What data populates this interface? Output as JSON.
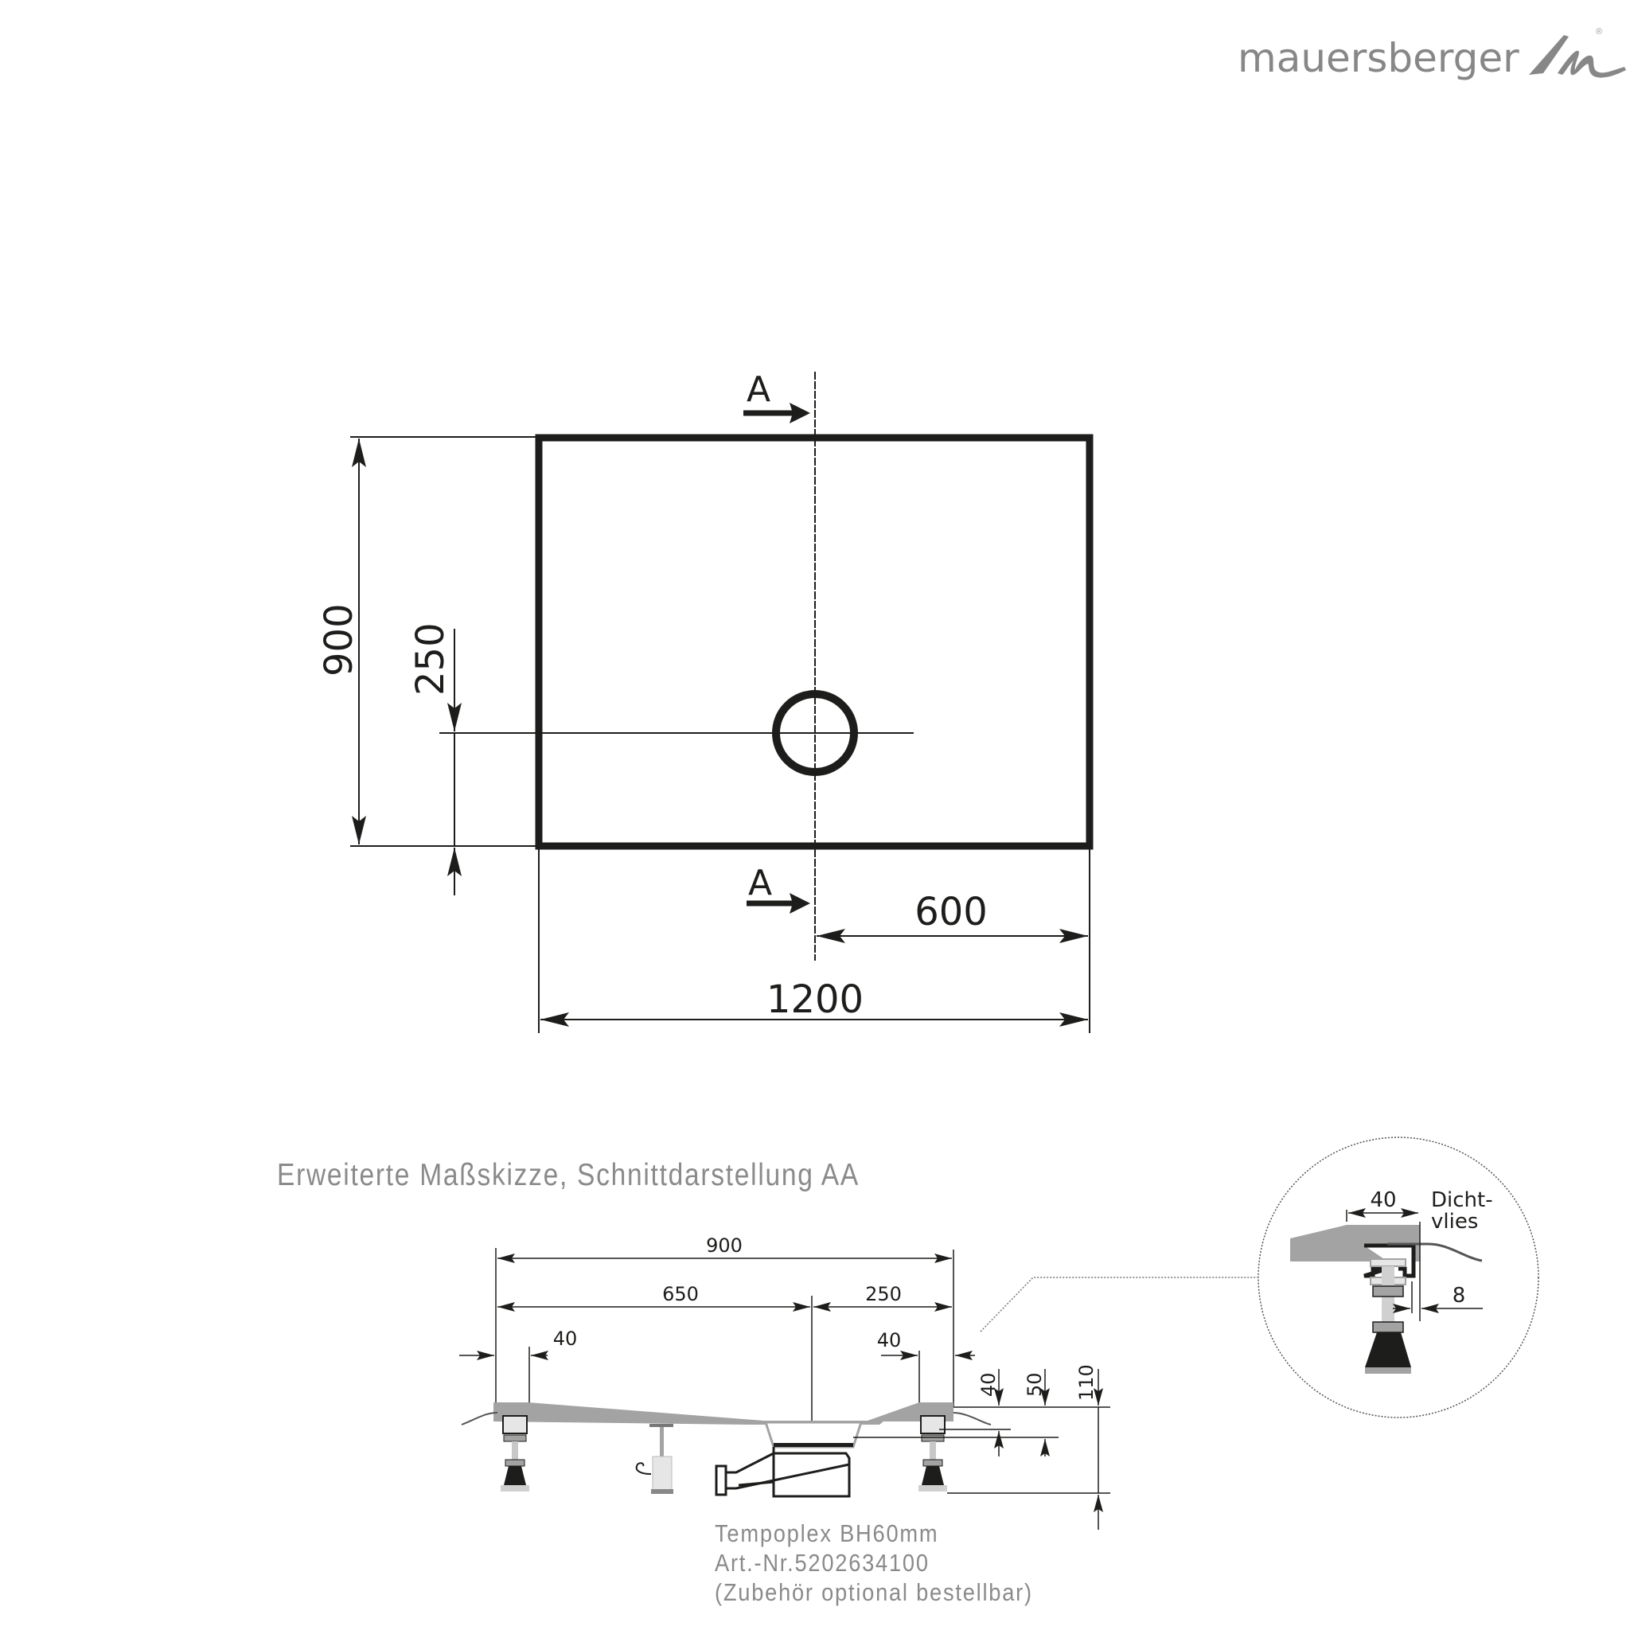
{
  "brand": {
    "name": "mauersberger",
    "mark": "M",
    "registered": "®",
    "color": "#878787"
  },
  "plan_view": {
    "section_marker_top": "A",
    "section_marker_bottom": "A",
    "dims": {
      "height": "900",
      "drain_offset_vertical": "250",
      "drain_offset_horizontal": "600",
      "width": "1200"
    }
  },
  "section_view": {
    "title": "Erweiterte Maßskizze, Schnittdarstellung AA",
    "dims": {
      "overall": "900",
      "left_to_drain": "650",
      "drain_to_right": "250",
      "left_edge": "40",
      "right_edge": "40",
      "v_40": "40",
      "v_50": "50",
      "v_110": "110"
    },
    "note": {
      "line1": "Tempoplex BH60mm",
      "line2": "Art.-Nr.5202634100",
      "line3": "(Zubehör optional bestellbar)"
    }
  },
  "detail_view": {
    "dim_40": "40",
    "dim_8": "8",
    "label_line1": "Dicht-",
    "label_line2": "vlies"
  },
  "colors": {
    "line": "#1d1d1b",
    "tray_grey": "#a3a3a3",
    "light_grey": "#d0d0d0",
    "text_grey": "#8a8a8a"
  }
}
